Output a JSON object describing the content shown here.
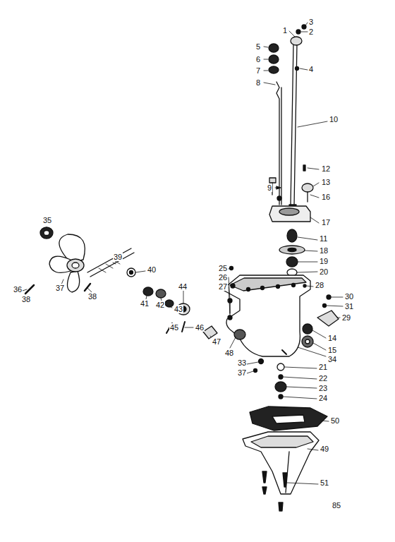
{
  "diagram": {
    "labels": [
      "1",
      "2",
      "3",
      "4",
      "5",
      "6",
      "7",
      "8",
      "10",
      "12",
      "9",
      "13",
      "16",
      "17",
      "11",
      "18",
      "19",
      "20",
      "28",
      "25",
      "26",
      "27",
      "30",
      "31",
      "29",
      "14",
      "15",
      "34",
      "33",
      "37",
      "21",
      "22",
      "23",
      "24",
      "50",
      "49",
      "51",
      "85",
      "35",
      "36",
      "37",
      "38",
      "39",
      "40",
      "41",
      "42",
      "43",
      "44",
      "45",
      "46",
      "47",
      "48",
      "38"
    ]
  }
}
